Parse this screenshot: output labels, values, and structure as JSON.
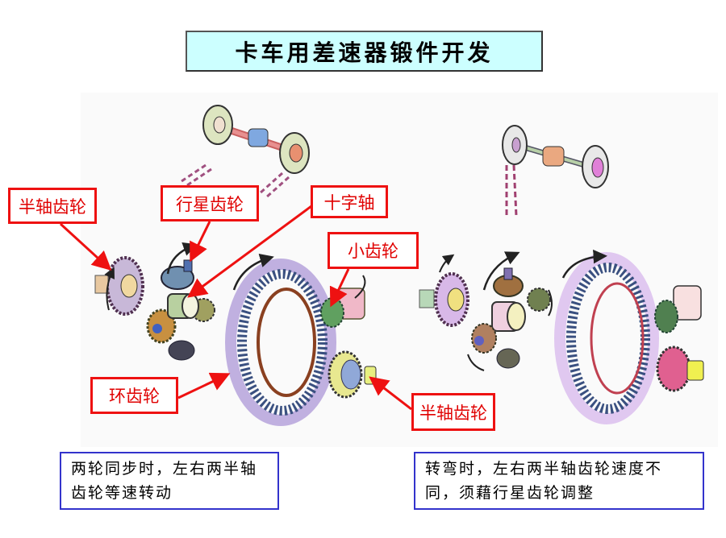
{
  "title": "卡车用差速器锻件开发",
  "labels": {
    "side_gear_left": "半轴齿轮",
    "planet_gear": "行星齿轮",
    "cross_shaft": "十字轴",
    "pinion_gear": "小齿轮",
    "ring_gear": "环齿轮",
    "side_gear_right": "半轴齿轮"
  },
  "notes": {
    "left": "两轮同步时，左右两半轴齿轮等速转动",
    "right": "转弯时，左右两半轴齿轮速度不同，须藉行星齿轮调整"
  },
  "colors": {
    "title_bg": "#ccffff",
    "label_red": "#ee1111",
    "note_border": "#3333cc"
  }
}
